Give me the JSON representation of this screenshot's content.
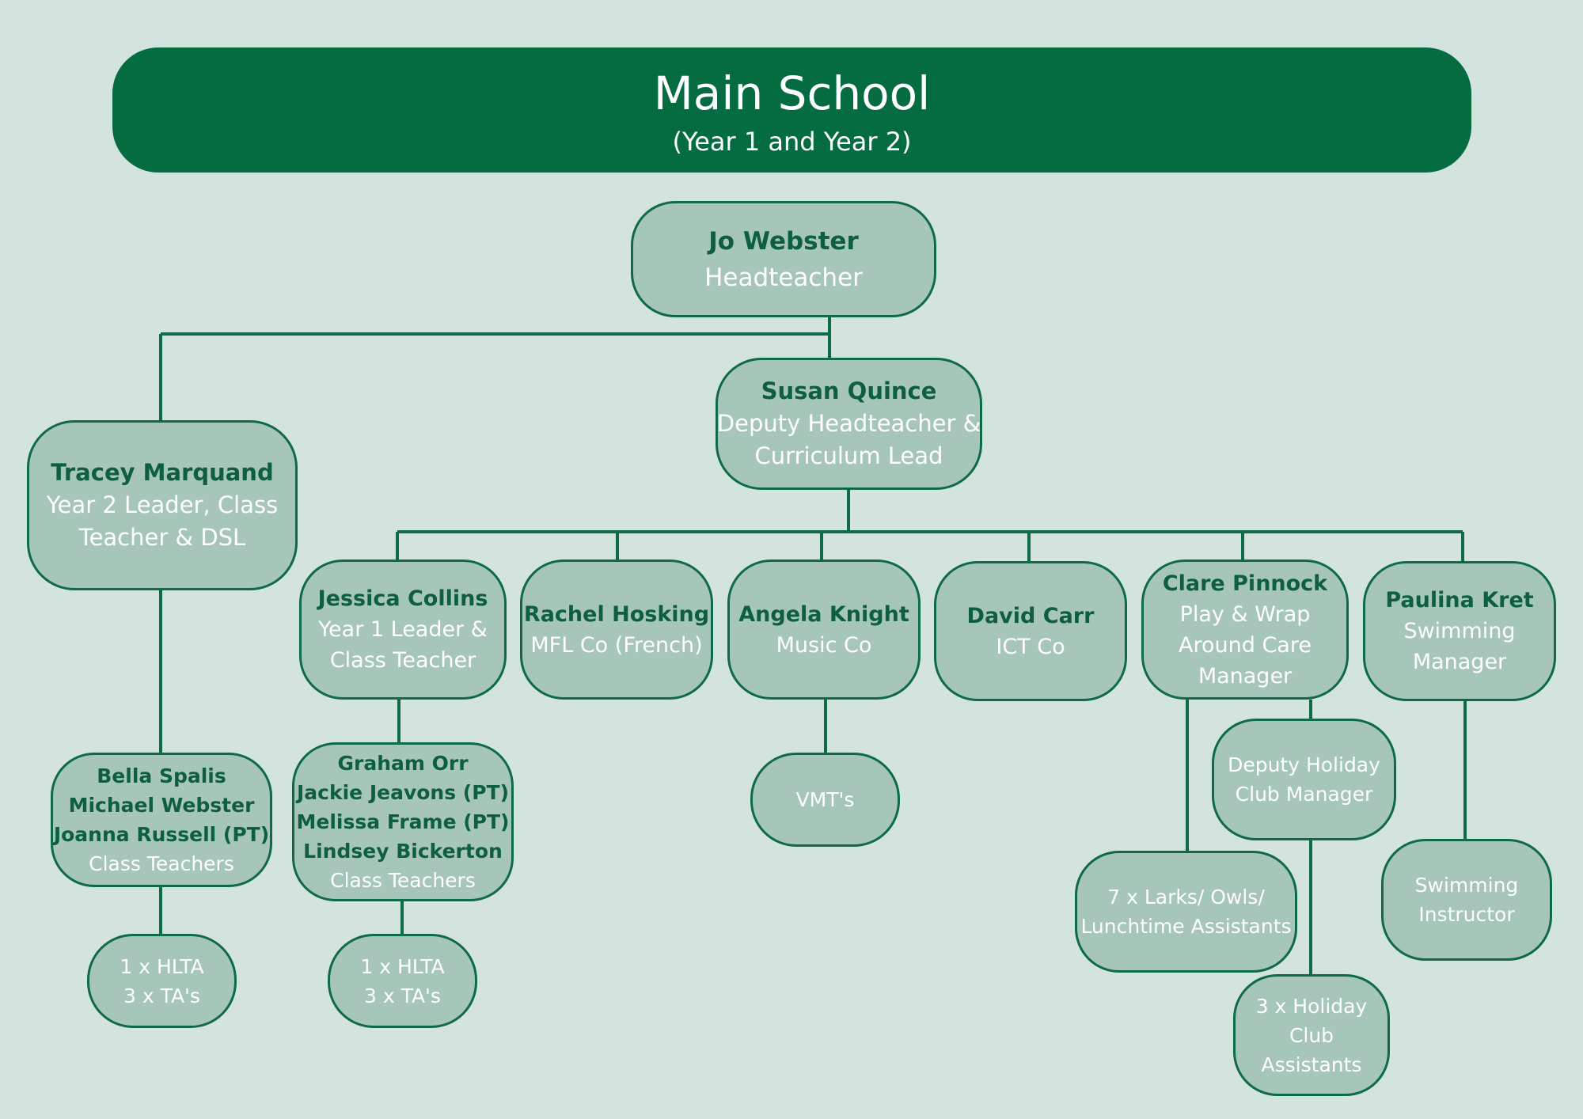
{
  "header": {
    "title": "Main School",
    "subtitle": "(Year 1 and Year 2)"
  },
  "colors": {
    "background": "#d3e3dd",
    "banner": "#056b41",
    "node_fill": "#a7c6ba",
    "node_border": "#0e6b45",
    "name_text": "#0d5f3d",
    "role_text": "#ffffff"
  },
  "nodes": {
    "headteacher": {
      "name": "Jo Webster",
      "role": [
        "Headteacher"
      ]
    },
    "deputy": {
      "name": "Susan Quince",
      "role": [
        "Deputy Headteacher &",
        "Curriculum Lead"
      ]
    },
    "year2_leader": {
      "name": "Tracey Marquand",
      "role": [
        "Year 2 Leader, Class",
        "Teacher & DSL"
      ]
    },
    "year1_leader": {
      "name": "Jessica Collins",
      "role": [
        "Year 1 Leader &",
        "Class Teacher"
      ]
    },
    "mfl": {
      "name": "Rachel Hosking",
      "role": [
        "MFL Co (French)"
      ]
    },
    "music": {
      "name": "Angela Knight",
      "role": [
        "Music Co"
      ]
    },
    "ict": {
      "name": "David Carr",
      "role": [
        "ICT Co"
      ]
    },
    "play": {
      "name": "Clare Pinnock",
      "role": [
        "Play & Wrap",
        "Around Care",
        "Manager"
      ]
    },
    "swimming_mgr": {
      "name": "Paulina Kret",
      "role": [
        "Swimming",
        "Manager"
      ]
    },
    "y2_teachers": {
      "names": [
        "Bella Spalis",
        "Michael Webster",
        "Joanna Russell (PT)"
      ],
      "role": [
        "Class Teachers"
      ]
    },
    "y1_teachers": {
      "names": [
        "Graham Orr",
        "Jackie Jeavons (PT)",
        "Melissa Frame (PT)",
        "Lindsey Bickerton"
      ],
      "role": [
        "Class Teachers"
      ]
    },
    "y2_ta": {
      "role": [
        "1 x HLTA",
        "3 x TA's"
      ]
    },
    "y1_ta": {
      "role": [
        "1 x HLTA",
        "3 x TA's"
      ]
    },
    "vmt": {
      "role": [
        "VMT's"
      ]
    },
    "deputy_holiday": {
      "role": [
        "Deputy Holiday",
        "Club Manager"
      ]
    },
    "larks": {
      "role": [
        "7 x Larks/ Owls/",
        "Lunchtime Assistants"
      ]
    },
    "holiday_assistants": {
      "role": [
        "3 x Holiday",
        "Club",
        "Assistants"
      ]
    },
    "swim_instructor": {
      "role": [
        "Swimming",
        "Instructor"
      ]
    }
  }
}
